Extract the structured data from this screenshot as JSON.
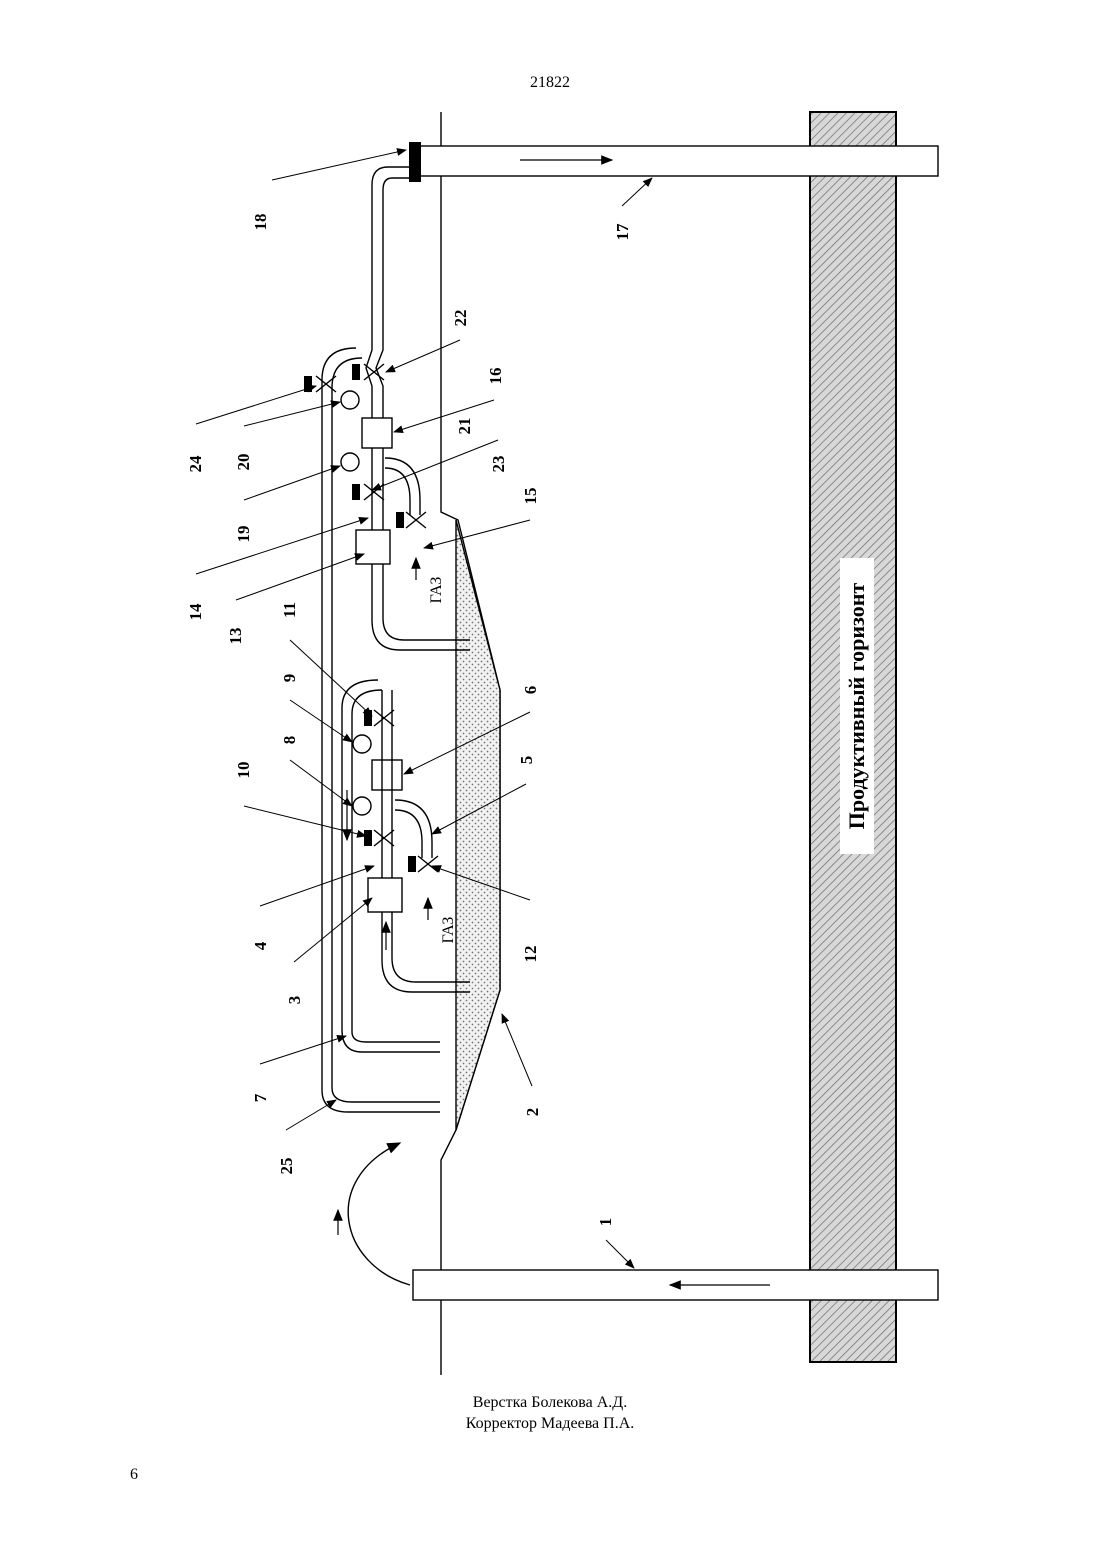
{
  "header": {
    "doc_number": "21822"
  },
  "figure": {
    "horizon_label": "Продуктивный горизонт",
    "gas_label_upper": "ГАЗ",
    "gas_label_lower": "ГАЗ",
    "callouts": [
      "18",
      "17",
      "22",
      "16",
      "24",
      "20",
      "21",
      "23",
      "15",
      "19",
      "14",
      "13",
      "11",
      "9",
      "6",
      "5",
      "10",
      "8",
      "4",
      "12",
      "3",
      "7",
      "2",
      "25",
      "1"
    ]
  },
  "footer": {
    "layout": "Верстка Болекова А.Д.",
    "corrector": "Корректор Мадеева П.А.",
    "page_number": "6"
  }
}
